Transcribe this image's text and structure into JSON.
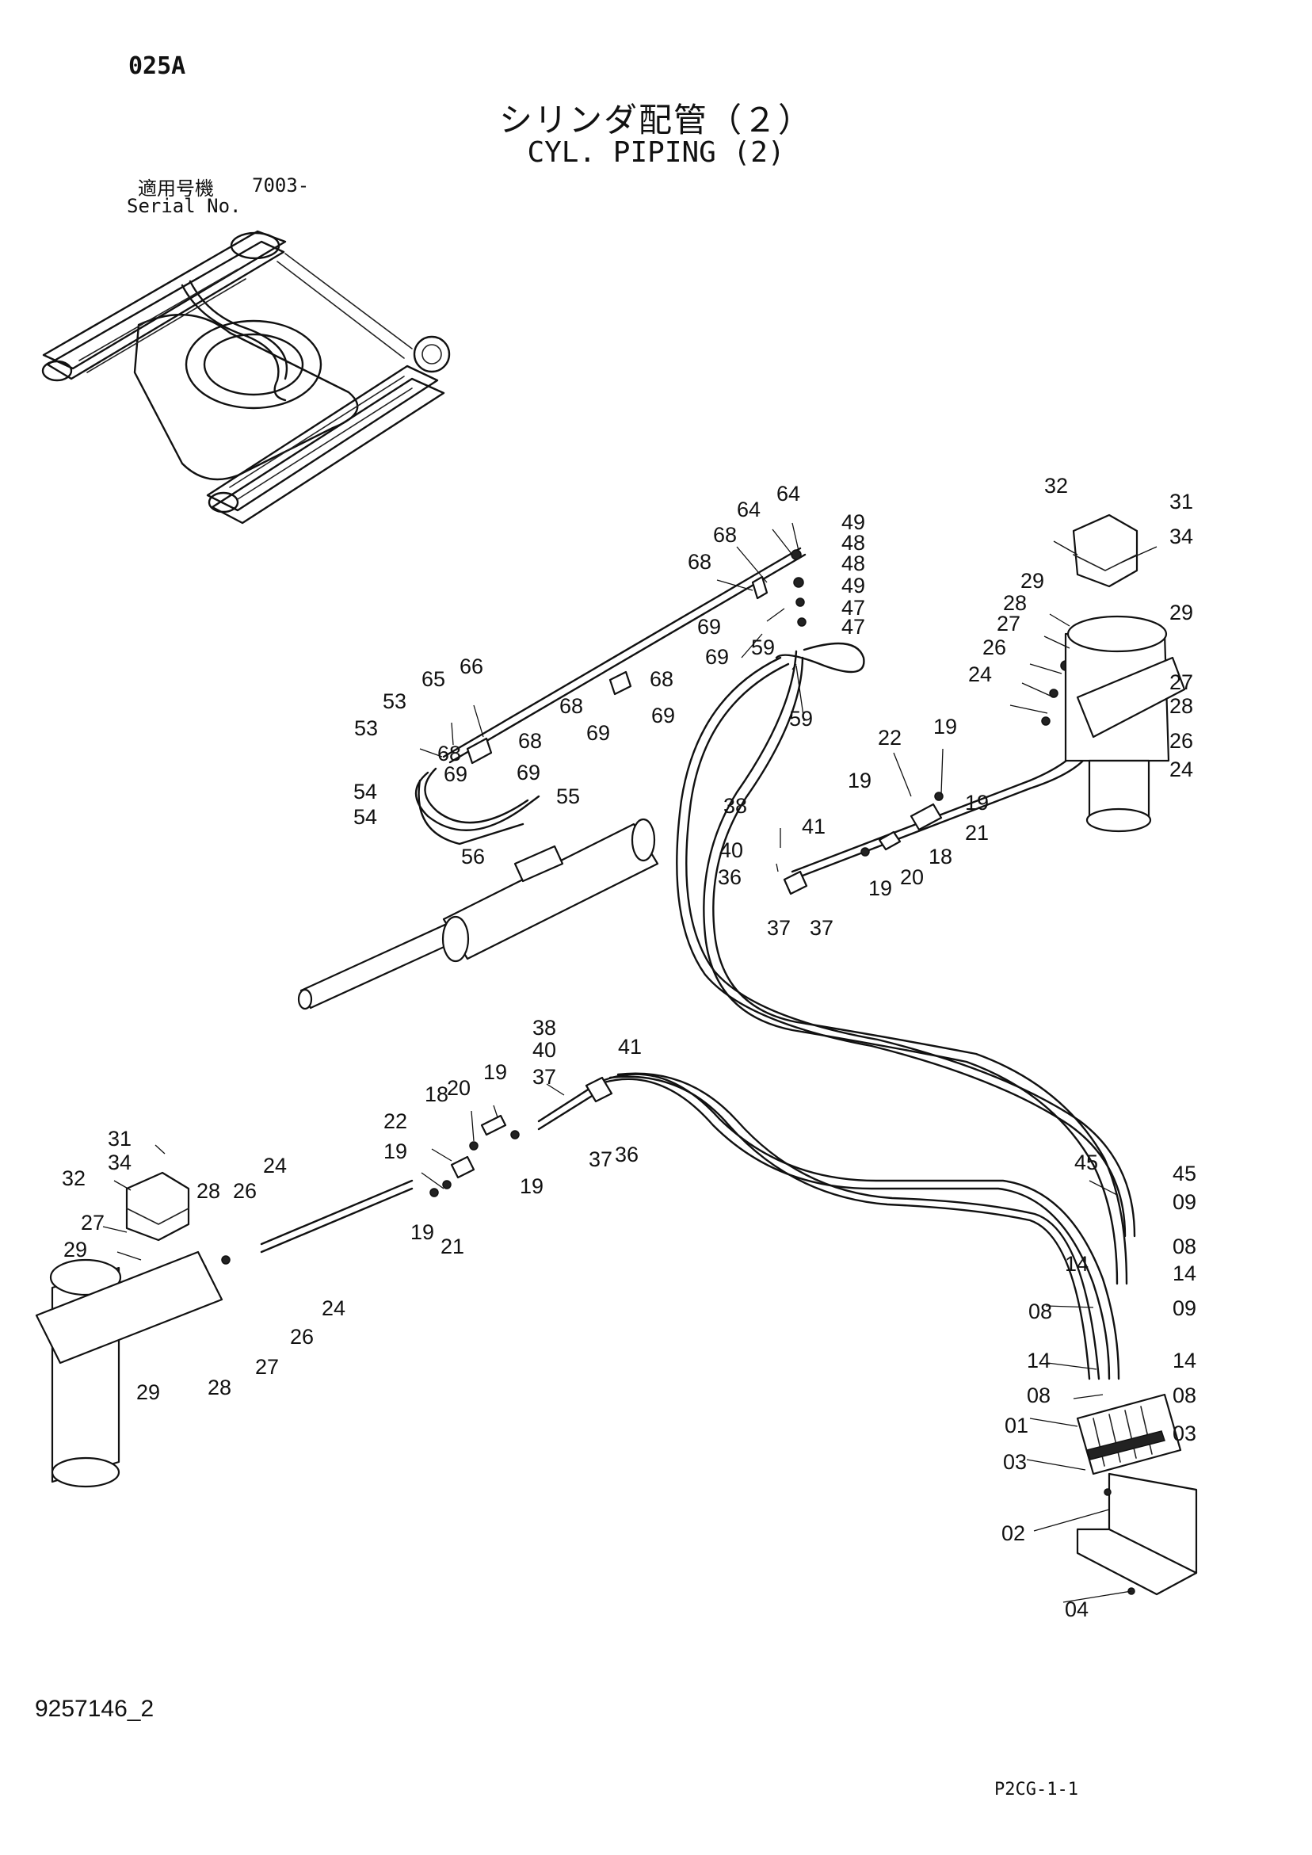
{
  "header": {
    "page_code": "025A",
    "title_ja": "シリンダ配管（２）",
    "title_en": "CYL. PIPING (2)",
    "serial_label_ja": "適用号機",
    "serial_number": "7003-",
    "serial_label_en": "Serial No."
  },
  "footer": {
    "drawing_number": "9257146_2",
    "sheet_code": "P2CG-1-1"
  },
  "callouts": [
    {
      "id": "c1",
      "label": "64"
    },
    {
      "id": "c2",
      "label": "64"
    },
    {
      "id": "c3",
      "label": "49"
    },
    {
      "id": "c4",
      "label": "48"
    },
    {
      "id": "c5",
      "label": "48"
    },
    {
      "id": "c6",
      "label": "68"
    },
    {
      "id": "c7",
      "label": "68"
    },
    {
      "id": "c8",
      "label": "49"
    },
    {
      "id": "c9",
      "label": "47"
    },
    {
      "id": "c10",
      "label": "47"
    },
    {
      "id": "c11",
      "label": "69"
    },
    {
      "id": "c12",
      "label": "69"
    },
    {
      "id": "c13",
      "label": "59"
    },
    {
      "id": "c14",
      "label": "59"
    },
    {
      "id": "c15",
      "label": "66"
    },
    {
      "id": "c16",
      "label": "65"
    },
    {
      "id": "c17",
      "label": "53"
    },
    {
      "id": "c18",
      "label": "53"
    },
    {
      "id": "c19",
      "label": "68"
    },
    {
      "id": "c20",
      "label": "68"
    },
    {
      "id": "c21",
      "label": "69"
    },
    {
      "id": "c22",
      "label": "69"
    },
    {
      "id": "c23",
      "label": "68"
    },
    {
      "id": "c24",
      "label": "68"
    },
    {
      "id": "c25",
      "label": "69"
    },
    {
      "id": "c26",
      "label": "69"
    },
    {
      "id": "c27",
      "label": "54"
    },
    {
      "id": "c28",
      "label": "54"
    },
    {
      "id": "c29",
      "label": "55"
    },
    {
      "id": "c30",
      "label": "56"
    },
    {
      "id": "c31",
      "label": "32"
    },
    {
      "id": "c32",
      "label": "31"
    },
    {
      "id": "c33",
      "label": "34"
    },
    {
      "id": "c34",
      "label": "29"
    },
    {
      "id": "c35",
      "label": "29"
    },
    {
      "id": "c36",
      "label": "28"
    },
    {
      "id": "c37",
      "label": "27"
    },
    {
      "id": "c38",
      "label": "26"
    },
    {
      "id": "c39",
      "label": "24"
    },
    {
      "id": "c40",
      "label": "27"
    },
    {
      "id": "c41",
      "label": "28"
    },
    {
      "id": "c42",
      "label": "26"
    },
    {
      "id": "c43",
      "label": "24"
    },
    {
      "id": "c44",
      "label": "22"
    },
    {
      "id": "c45",
      "label": "19"
    },
    {
      "id": "c46",
      "label": "19"
    },
    {
      "id": "c47",
      "label": "19"
    },
    {
      "id": "c48",
      "label": "21"
    },
    {
      "id": "c49",
      "label": "18"
    },
    {
      "id": "c50",
      "label": "20"
    },
    {
      "id": "c51",
      "label": "19"
    },
    {
      "id": "c52",
      "label": "38"
    },
    {
      "id": "c53",
      "label": "41"
    },
    {
      "id": "c54",
      "label": "40"
    },
    {
      "id": "c55",
      "label": "36"
    },
    {
      "id": "c56",
      "label": "37"
    },
    {
      "id": "c57",
      "label": "37"
    },
    {
      "id": "c58",
      "label": "38"
    },
    {
      "id": "c59",
      "label": "40"
    },
    {
      "id": "c60",
      "label": "41"
    },
    {
      "id": "c61",
      "label": "37"
    },
    {
      "id": "c62",
      "label": "19"
    },
    {
      "id": "c63",
      "label": "18"
    },
    {
      "id": "c64",
      "label": "20"
    },
    {
      "id": "c65",
      "label": "22"
    },
    {
      "id": "c66",
      "label": "19"
    },
    {
      "id": "c67",
      "label": "19"
    },
    {
      "id": "c68",
      "label": "37"
    },
    {
      "id": "c69",
      "label": "36"
    },
    {
      "id": "c70",
      "label": "19"
    },
    {
      "id": "c71",
      "label": "21"
    },
    {
      "id": "c72",
      "label": "31"
    },
    {
      "id": "c73",
      "label": "34"
    },
    {
      "id": "c74",
      "label": "32"
    },
    {
      "id": "c75",
      "label": "28"
    },
    {
      "id": "c76",
      "label": "26"
    },
    {
      "id": "c77",
      "label": "24"
    },
    {
      "id": "c78",
      "label": "27"
    },
    {
      "id": "c79",
      "label": "29"
    },
    {
      "id": "c80",
      "label": "24"
    },
    {
      "id": "c81",
      "label": "26"
    },
    {
      "id": "c82",
      "label": "27"
    },
    {
      "id": "c83",
      "label": "29"
    },
    {
      "id": "c84",
      "label": "28"
    },
    {
      "id": "c85",
      "label": "45"
    },
    {
      "id": "c86",
      "label": "45"
    },
    {
      "id": "c87",
      "label": "09"
    },
    {
      "id": "c88",
      "label": "08"
    },
    {
      "id": "c89",
      "label": "14"
    },
    {
      "id": "c90",
      "label": "14"
    },
    {
      "id": "c91",
      "label": "08"
    },
    {
      "id": "c92",
      "label": "09"
    },
    {
      "id": "c93",
      "label": "14"
    },
    {
      "id": "c94",
      "label": "14"
    },
    {
      "id": "c95",
      "label": "08"
    },
    {
      "id": "c96",
      "label": "08"
    },
    {
      "id": "c97",
      "label": "01"
    },
    {
      "id": "c98",
      "label": "03"
    },
    {
      "id": "c99",
      "label": "03"
    },
    {
      "id": "c100",
      "label": "02"
    },
    {
      "id": "c101",
      "label": "04"
    }
  ]
}
